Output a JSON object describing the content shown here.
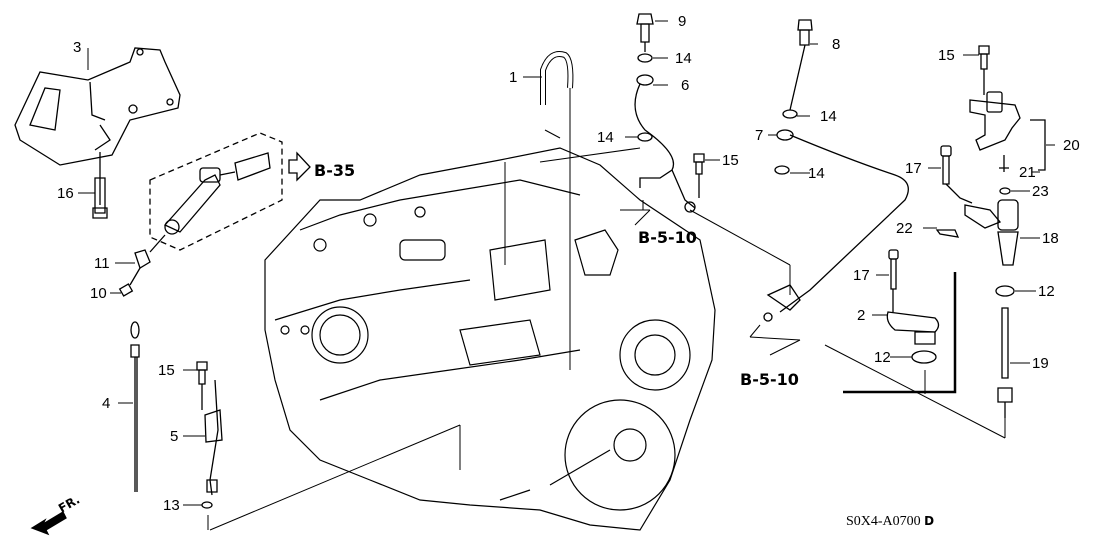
{
  "diagram": {
    "title": "Automatic transmission case parts diagram",
    "diagram_code": "S0X4-A0700",
    "diagram_code_suffix": "D",
    "direction_indicator": "FR.",
    "references": {
      "ref_b35": "B-35",
      "ref_b510_a": "B-5-10",
      "ref_b510_b": "B-5-10"
    },
    "callouts": {
      "c1": "1",
      "c2": "2",
      "c3": "3",
      "c4": "4",
      "c5": "5",
      "c6": "6",
      "c7": "7",
      "c8": "8",
      "c9": "9",
      "c10": "10",
      "c11": "11",
      "c12a": "12",
      "c12b": "12",
      "c13": "13",
      "c14a": "14",
      "c14b": "14",
      "c14c": "14",
      "c14d": "14",
      "c15a": "15",
      "c15b": "15",
      "c15c": "15",
      "c16": "16",
      "c17a": "17",
      "c17b": "17",
      "c18": "18",
      "c19": "19",
      "c20": "20",
      "c21": "21",
      "c22": "22",
      "c23": "23"
    }
  }
}
